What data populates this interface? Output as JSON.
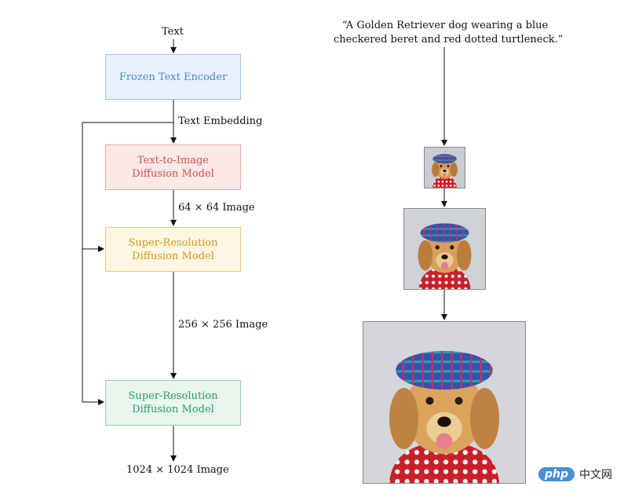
{
  "left": {
    "input_label": "Text",
    "frozen_encoder": {
      "line1": "Frozen Text Encoder"
    },
    "embedding_label": "Text Embedding",
    "t2i": {
      "line1": "Text-to-Image",
      "line2": "Diffusion Model"
    },
    "label_64": "64 × 64 Image",
    "sr1": {
      "line1": "Super-Resolution",
      "line2": "Diffusion Model"
    },
    "label_256": "256 × 256 Image",
    "sr2": {
      "line1": "Super-Resolution",
      "line2": "Diffusion Model"
    },
    "output_label": "1024 × 1024 Image"
  },
  "right": {
    "prompt_line1": "“A Golden Retriever dog wearing a blue",
    "prompt_line2": "checkered beret and red dotted turtleneck.”"
  },
  "colors": {
    "frozen": "#4a86c8",
    "t2i": "#d2524c",
    "sr1": "#d39a1c",
    "sr2": "#2c9c5c"
  },
  "watermark": {
    "logo": "php",
    "text": "中文网"
  }
}
